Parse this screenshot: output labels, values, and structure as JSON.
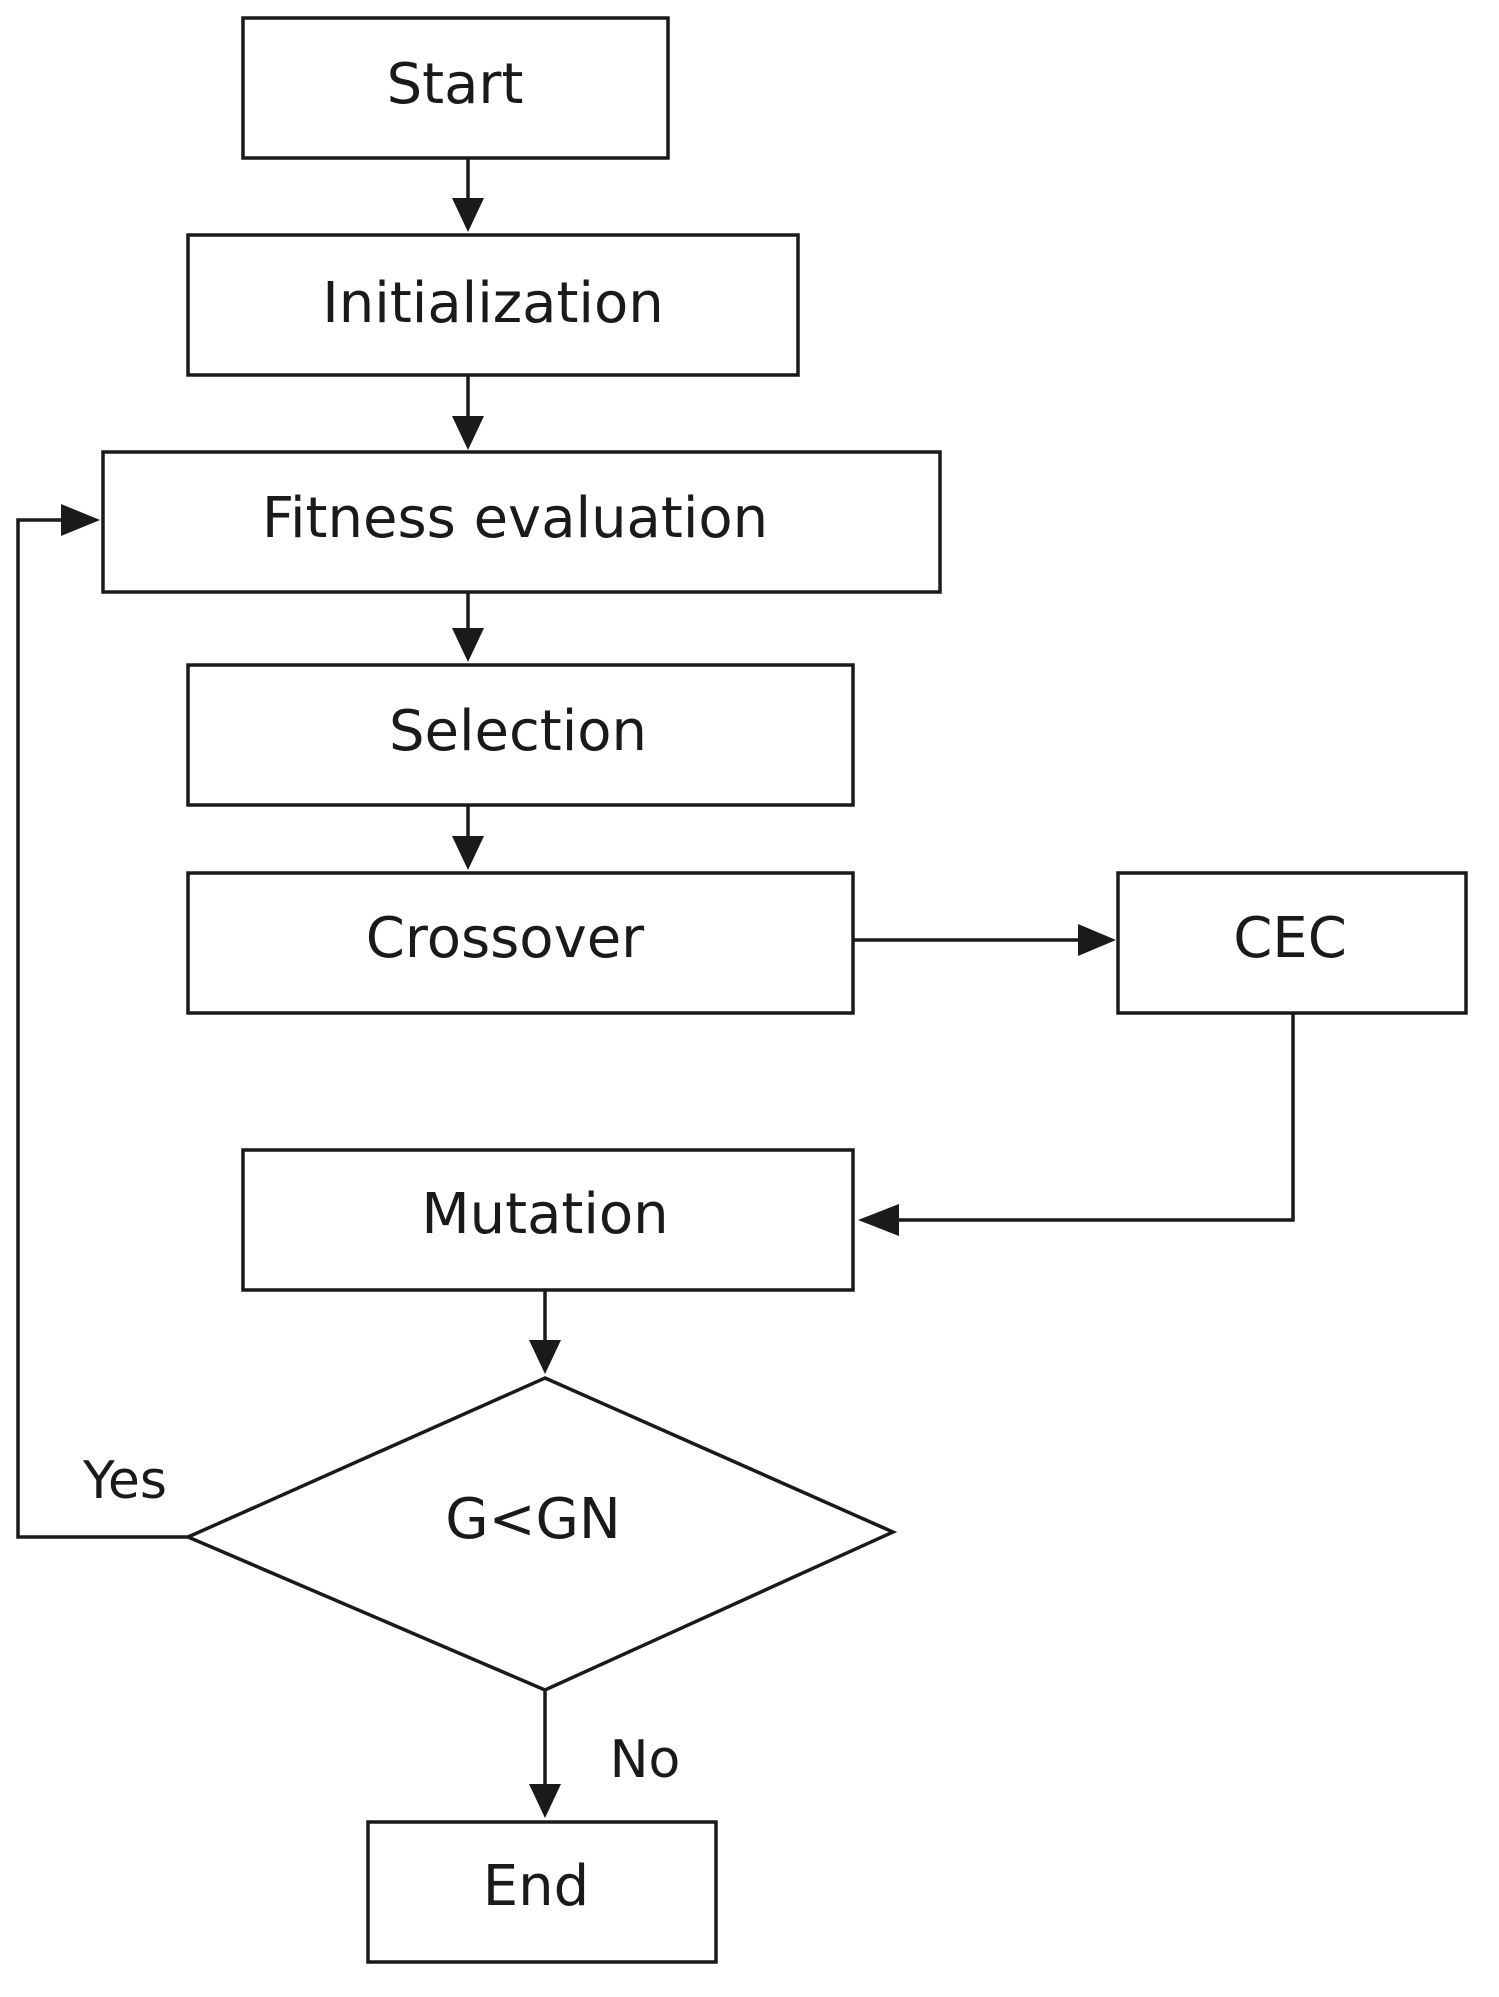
{
  "nodes": {
    "start": "Start",
    "initialization": "Initialization",
    "fitness": "Fitness evaluation",
    "selection": "Selection",
    "crossover": "Crossover",
    "cec": "CEC",
    "mutation": "Mutation",
    "decision": "G<GN",
    "end": "End"
  },
  "edges": {
    "yes_label": "Yes",
    "no_label": "No"
  }
}
